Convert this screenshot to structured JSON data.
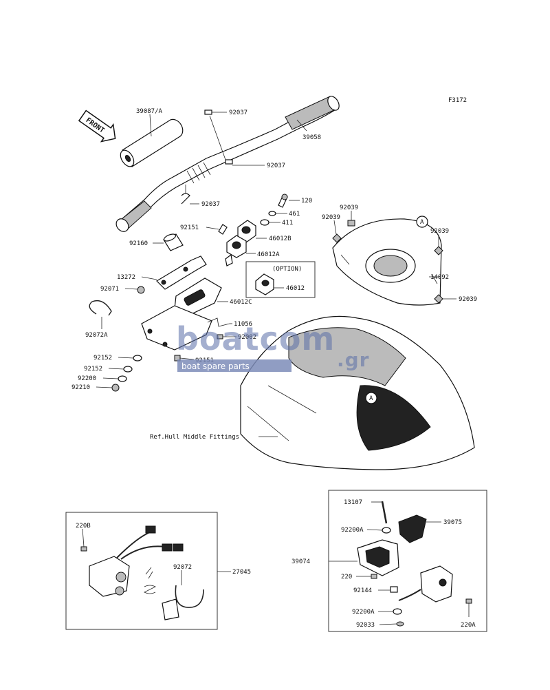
{
  "figure_id": "F3172",
  "front_arrow": "FRONT",
  "option_box": {
    "title": "(OPTION)",
    "part": "46012"
  },
  "hull_reference": "Ref.Hull Middle Fittings",
  "watermark": {
    "brand": "boatcom",
    "suffix": ".gr",
    "tagline": "boat spare parts"
  },
  "callouts": {
    "c39087A": "39087/A",
    "c39058": "39058",
    "c92037a": "92037",
    "c92037b": "92037",
    "c92037c": "92037",
    "c120": "120",
    "c461": "461",
    "c411": "411",
    "c46012B": "46012B",
    "c46012A": "46012A",
    "c92151a": "92151",
    "c92160": "92160",
    "c13272": "13272",
    "c92071": "92071",
    "c46012C": "46012C",
    "c92072A": "92072A",
    "c11056": "11056",
    "c92002": "92002",
    "c92152a": "92152",
    "c92151b": "92151",
    "c92152b": "92152",
    "c92200": "92200",
    "c92210": "92210",
    "c92039a": "92039",
    "c92039b": "92039",
    "c92039c": "92039",
    "c92039d": "92039",
    "c14092": "14092",
    "cA1": "A",
    "cA2": "A",
    "c220B": "220B",
    "c92072": "92072",
    "c27045": "27045",
    "c13107": "13107",
    "c39075": "39075",
    "c92200A1": "92200A",
    "c39074": "39074",
    "c220": "220",
    "c92144": "92144",
    "c92200A2": "92200A",
    "c92033": "92033",
    "c220A": "220A"
  }
}
